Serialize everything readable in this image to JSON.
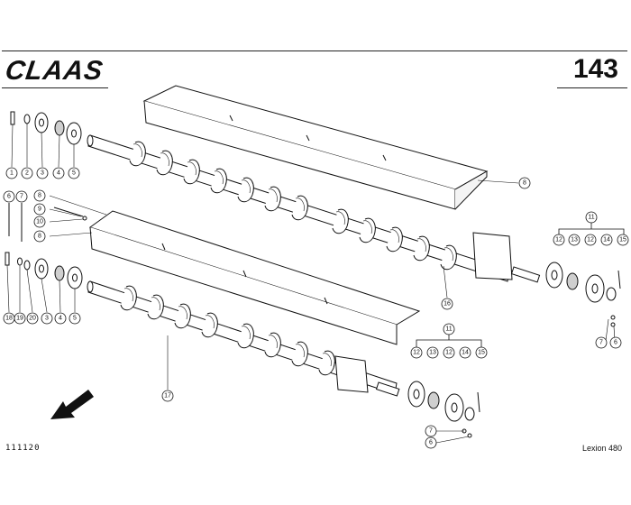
{
  "header": {
    "brand": "CLAAS",
    "page_number": "143"
  },
  "footer": {
    "drawing_code": "111120",
    "model": "Lexion 480"
  },
  "callouts": {
    "c1": "1",
    "c2": "2",
    "c3": "3",
    "c4": "4",
    "c5": "5",
    "c6a": "6",
    "c7a": "7",
    "c8a": "8",
    "c9": "9",
    "c10": "10",
    "c8b": "8",
    "c18": "18",
    "c19": "19",
    "c20": "20",
    "c3b": "3",
    "c4b": "4",
    "c5b": "5",
    "c8c": "8",
    "c16": "16",
    "c17": "17",
    "c11a": "11",
    "c12a": "12",
    "c13a": "13",
    "c12b": "12",
    "c14a": "14",
    "c15a": "15",
    "c7b": "7",
    "c6b": "6",
    "c11b": "11",
    "c12c": "12",
    "c13b": "13",
    "c12d": "12",
    "c14b": "14",
    "c15b": "15",
    "c7c": "7",
    "c6c": "6"
  },
  "colors": {
    "ink": "#111111",
    "paper": "#ffffff",
    "shade": "#cfcfcf"
  }
}
